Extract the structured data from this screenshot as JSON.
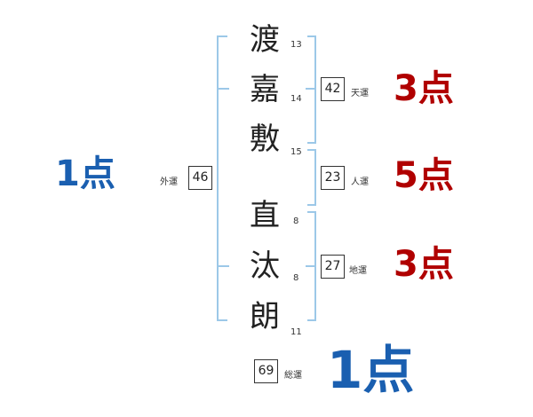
{
  "name": [
    {
      "char": "渡",
      "strokes": "13"
    },
    {
      "char": "嘉",
      "strokes": "14"
    },
    {
      "char": "敷",
      "strokes": "15"
    },
    {
      "char": "直",
      "strokes": "8"
    },
    {
      "char": "汰",
      "strokes": "8"
    },
    {
      "char": "朗",
      "strokes": "11"
    }
  ],
  "fortunes": {
    "tenun": {
      "label": "天運",
      "value": "42",
      "score": "3点"
    },
    "jinun": {
      "label": "人運",
      "value": "23",
      "score": "5点"
    },
    "chiun": {
      "label": "地運",
      "value": "27",
      "score": "3点"
    },
    "gaiun": {
      "label": "外運",
      "value": "46",
      "score": "1点"
    },
    "souun": {
      "label": "総運",
      "value": "69",
      "score": "1点"
    }
  },
  "colors": {
    "red": "#b00000",
    "blue": "#1a5fb0",
    "bracket": "#9cc8e8"
  }
}
